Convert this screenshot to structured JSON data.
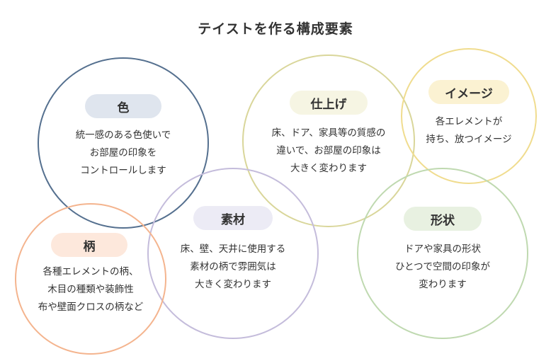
{
  "title": "テイストを作る構成要素",
  "elements": {
    "iro": {
      "label": "色",
      "lines": [
        "統一感のある色使いで",
        "お部屋の印象を",
        "コントロールします"
      ],
      "border_color": "#55708f",
      "pill_color": "#dfe5ee"
    },
    "shiage": {
      "label": "仕上げ",
      "lines": [
        "床、ドア、家具等の質感の",
        "違いで、お部屋の印象は",
        "大きく変わります"
      ],
      "border_color": "#d9d69a",
      "pill_color": "#f6f5e3"
    },
    "image": {
      "label": "イメージ",
      "lines": [
        "各エレメントが",
        "持ち、放つイメージ"
      ],
      "border_color": "#f0dc8e",
      "pill_color": "#fbf2d2"
    },
    "sozai": {
      "label": "素材",
      "lines": [
        "床、壁、天井に使用する",
        "素材の柄で雰囲気は",
        "大きく変わります"
      ],
      "border_color": "#c4bcdb",
      "pill_color": "#ecebf5"
    },
    "gara": {
      "label": "柄",
      "lines": [
        "各種エレメントの柄、",
        "木目の種類や装飾性",
        "布や壁面クロスの柄など"
      ],
      "border_color": "#f4b48e",
      "pill_color": "#fde8dc"
    },
    "keijou": {
      "label": "形状",
      "lines": [
        "ドアや家具の形状",
        "ひとつで空間の印象が",
        "変わります"
      ],
      "border_color": "#bfd9b0",
      "pill_color": "#e8f1e1"
    }
  }
}
